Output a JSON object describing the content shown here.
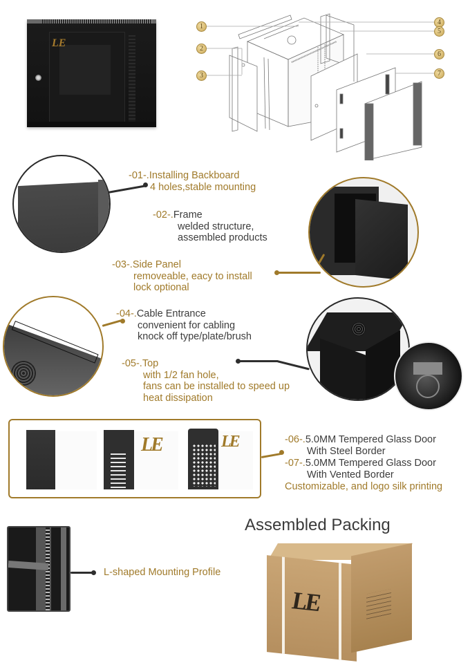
{
  "brand": {
    "logo_text": "LE",
    "accent_color": "#a07a2a",
    "text_dark": "#3c3c3c"
  },
  "diagram": {
    "callouts": [
      "1",
      "2",
      "3",
      "4",
      "5",
      "6",
      "7"
    ]
  },
  "features": [
    {
      "id": "-01-.",
      "title": "Installing Backboard",
      "lines": [
        "4 holes,stable mounting"
      ],
      "color": "gold"
    },
    {
      "id": "-02-.",
      "title": "Frame",
      "lines": [
        "welded structure,",
        "assembled products"
      ],
      "color": "dark"
    },
    {
      "id": "-03-.",
      "title": "Side Panel",
      "lines": [
        "removeable, eacy to install",
        "lock optional"
      ],
      "color": "gold"
    },
    {
      "id": "-04-.",
      "title": "Cable Entrance",
      "lines": [
        "convenient for cabling",
        "knock off type/plate/brush"
      ],
      "color": "dark"
    },
    {
      "id": "-05-.",
      "title": "Top",
      "lines": [
        "with 1/2 fan hole,",
        "fans can be installed to speed up",
        "heat dissipation"
      ],
      "color": "gold"
    }
  ],
  "doors": {
    "item6": {
      "id": "-06-.",
      "title": "5.0MM Tempered Glass Door",
      "line": "With Steel Border"
    },
    "item7": {
      "id": "-07-.",
      "title": "5.0MM Tempered Glass Door",
      "line": "With Vented Border"
    },
    "note": "Customizable, and logo silk printing"
  },
  "mounting": {
    "label": "L-shaped Mounting Profile"
  },
  "packing": {
    "title": "Assembled Packing"
  }
}
